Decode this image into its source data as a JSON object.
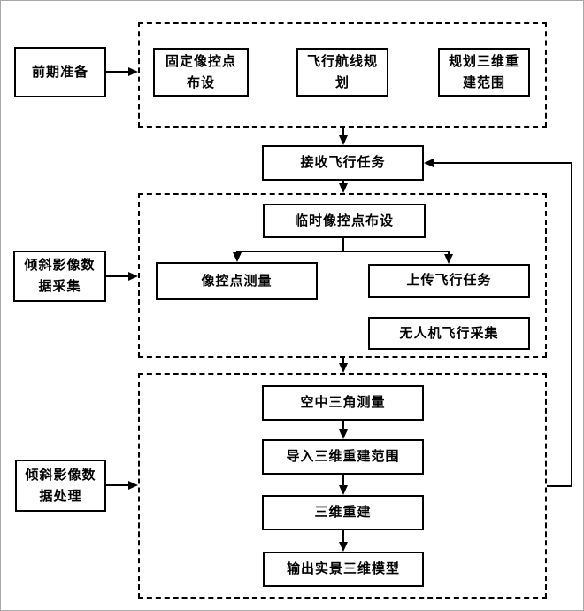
{
  "diagram": {
    "title_hint": "UAV oblique photography 3D reconstruction workflow flowchart",
    "colors": {
      "line": "#000000",
      "background": "#ffffff",
      "frame": "#a8a8a8"
    },
    "stage_labels": {
      "prep": "前期准备",
      "collect": "倾斜影像数\n据采集",
      "process": "倾斜影像数\n据处理"
    },
    "nodes": {
      "fixed_gcp": "固定像控点\n布设",
      "flight_route": "飞行航线规\n划",
      "plan_range": "规划三维重\n建范围",
      "receive_task": "接收飞行任务",
      "temp_gcp": "临时像控点布设",
      "gcp_measure": "像控点测量",
      "upload_task": "上传飞行任务",
      "uav_collect": "无人机飞行采集",
      "aerial_triangulation": "空中三角测量",
      "import_range": "导入三维重建范围",
      "reconstruction": "三维重建",
      "output_model": "输出实景三维模型"
    }
  }
}
